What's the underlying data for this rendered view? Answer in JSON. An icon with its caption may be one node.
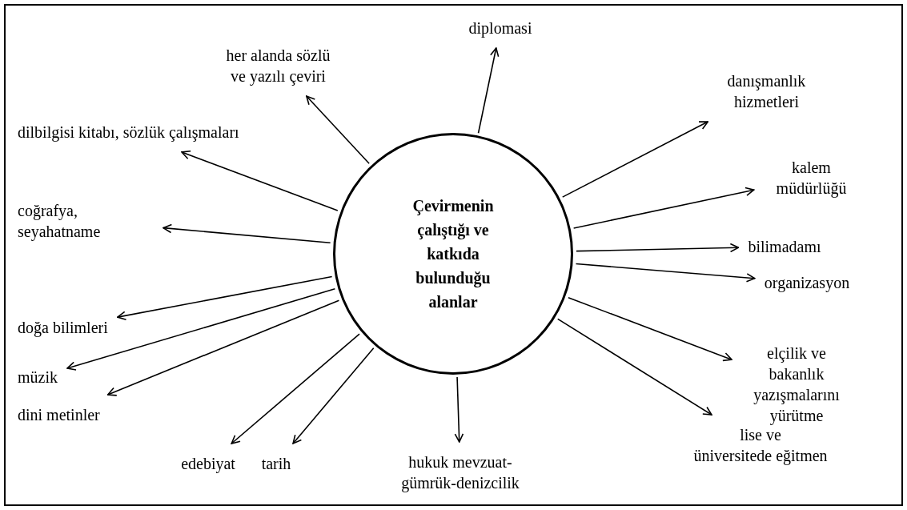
{
  "diagram": {
    "nodes": [
      {
        "text": [
          "Çevirmenin çalıştığı ve katkıda bulunduğu alanlar"
        ]
      },
      {
        "text": [
          "diplomasi"
        ]
      },
      {
        "text": [
          "her alanda sözlü ve yazılı çeviri"
        ]
      },
      {
        "text": [
          "danışmanlık hizmetleri"
        ]
      },
      {
        "text": [
          "dilbilgisi kitabı, sözlük çalışmaları"
        ]
      },
      {
        "text": [
          "kalem müdürlüğü"
        ]
      },
      {
        "text": [
          "coğrafya, seyahatname"
        ]
      },
      {
        "text": [
          "bilimadamı"
        ]
      },
      {
        "text": [
          "organizasyon"
        ]
      },
      {
        "text": [
          "doğa bilimleri"
        ]
      },
      {
        "text": [
          "elçilik ve bakanlık yazışmalarını yürütme"
        ]
      },
      {
        "text": [
          "müzik"
        ]
      },
      {
        "text": [
          "dini metinler"
        ]
      },
      {
        "text": [
          "lise ve üniversitede eğitmen"
        ]
      },
      {
        "text": [
          "hukuk mevzuat-gümrük-denizcilik"
        ]
      },
      {
        "text": [
          "edebiyat"
        ]
      },
      {
        "text": [
          "tarih"
        ]
      }
    ],
    "edges": [
      {
        "from": 0,
        "to": 1,
        "arrow": "to"
      },
      {
        "from": 0,
        "to": 2,
        "arrow": "to"
      },
      {
        "from": 0,
        "to": 3,
        "arrow": "to"
      },
      {
        "from": 0,
        "to": 4,
        "arrow": "to"
      },
      {
        "from": 0,
        "to": 5,
        "arrow": "to"
      },
      {
        "from": 0,
        "to": 6,
        "arrow": "to"
      },
      {
        "from": 0,
        "to": 7,
        "arrow": "to"
      },
      {
        "from": 0,
        "to": 8,
        "arrow": "to"
      },
      {
        "from": 0,
        "to": 9,
        "arrow": "to"
      },
      {
        "from": 0,
        "to": 10,
        "arrow": "to"
      },
      {
        "from": 0,
        "to": 11,
        "arrow": "to"
      },
      {
        "from": 0,
        "to": 12,
        "arrow": "to"
      },
      {
        "from": 0,
        "to": 13,
        "arrow": "to"
      },
      {
        "from": 0,
        "to": 14,
        "arrow": "to"
      },
      {
        "from": 0,
        "to": 15,
        "arrow": "to"
      },
      {
        "from": 0,
        "to": 16,
        "arrow": "to"
      }
    ]
  }
}
